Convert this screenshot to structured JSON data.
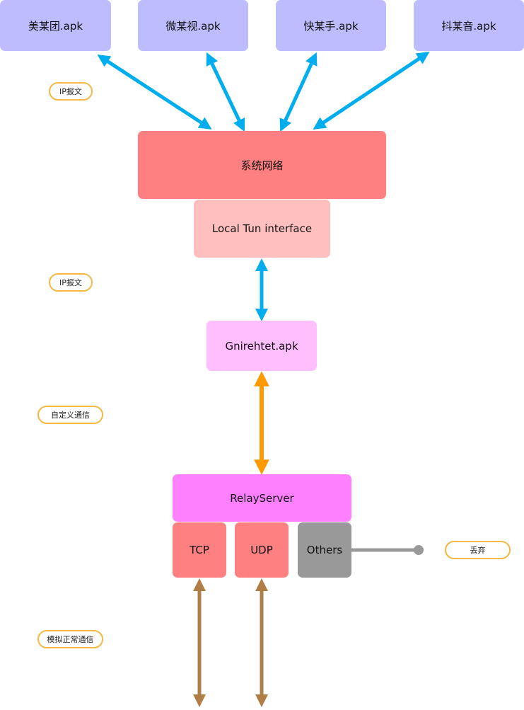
{
  "apps": [
    {
      "label": "美某团.apk"
    },
    {
      "label": "微某视.apk"
    },
    {
      "label": "快某手.apk"
    },
    {
      "label": "抖某音.apk"
    }
  ],
  "system_network": "系统网络",
  "local_tun": "Local Tun interface",
  "gnirehtet": "Gnirehtet.apk",
  "relay_server": "RelayServer",
  "protocols": {
    "tcp": "TCP",
    "udp": "UDP",
    "others": "Others"
  },
  "badges": {
    "ip_packet_1": "IP报文",
    "ip_packet_2": "IP报文",
    "custom_comm": "自定义通信",
    "discard": "丢弃",
    "simulated_comm": "模拟正常通信"
  },
  "colors": {
    "app_box": "#bdbcff",
    "system_network": "#ff8080",
    "local_tun": "#ffbfbe",
    "gnirehtet": "#ffbefe",
    "relay_server": "#ff80ff",
    "tcp_udp": "#ff8080",
    "others": "#999999",
    "ip_arrow": "#00adef",
    "custom_arrow": "#ff9900",
    "simulated_arrow": "#b07d45",
    "discard_line": "#999999",
    "badge_border": "#f5b844"
  }
}
